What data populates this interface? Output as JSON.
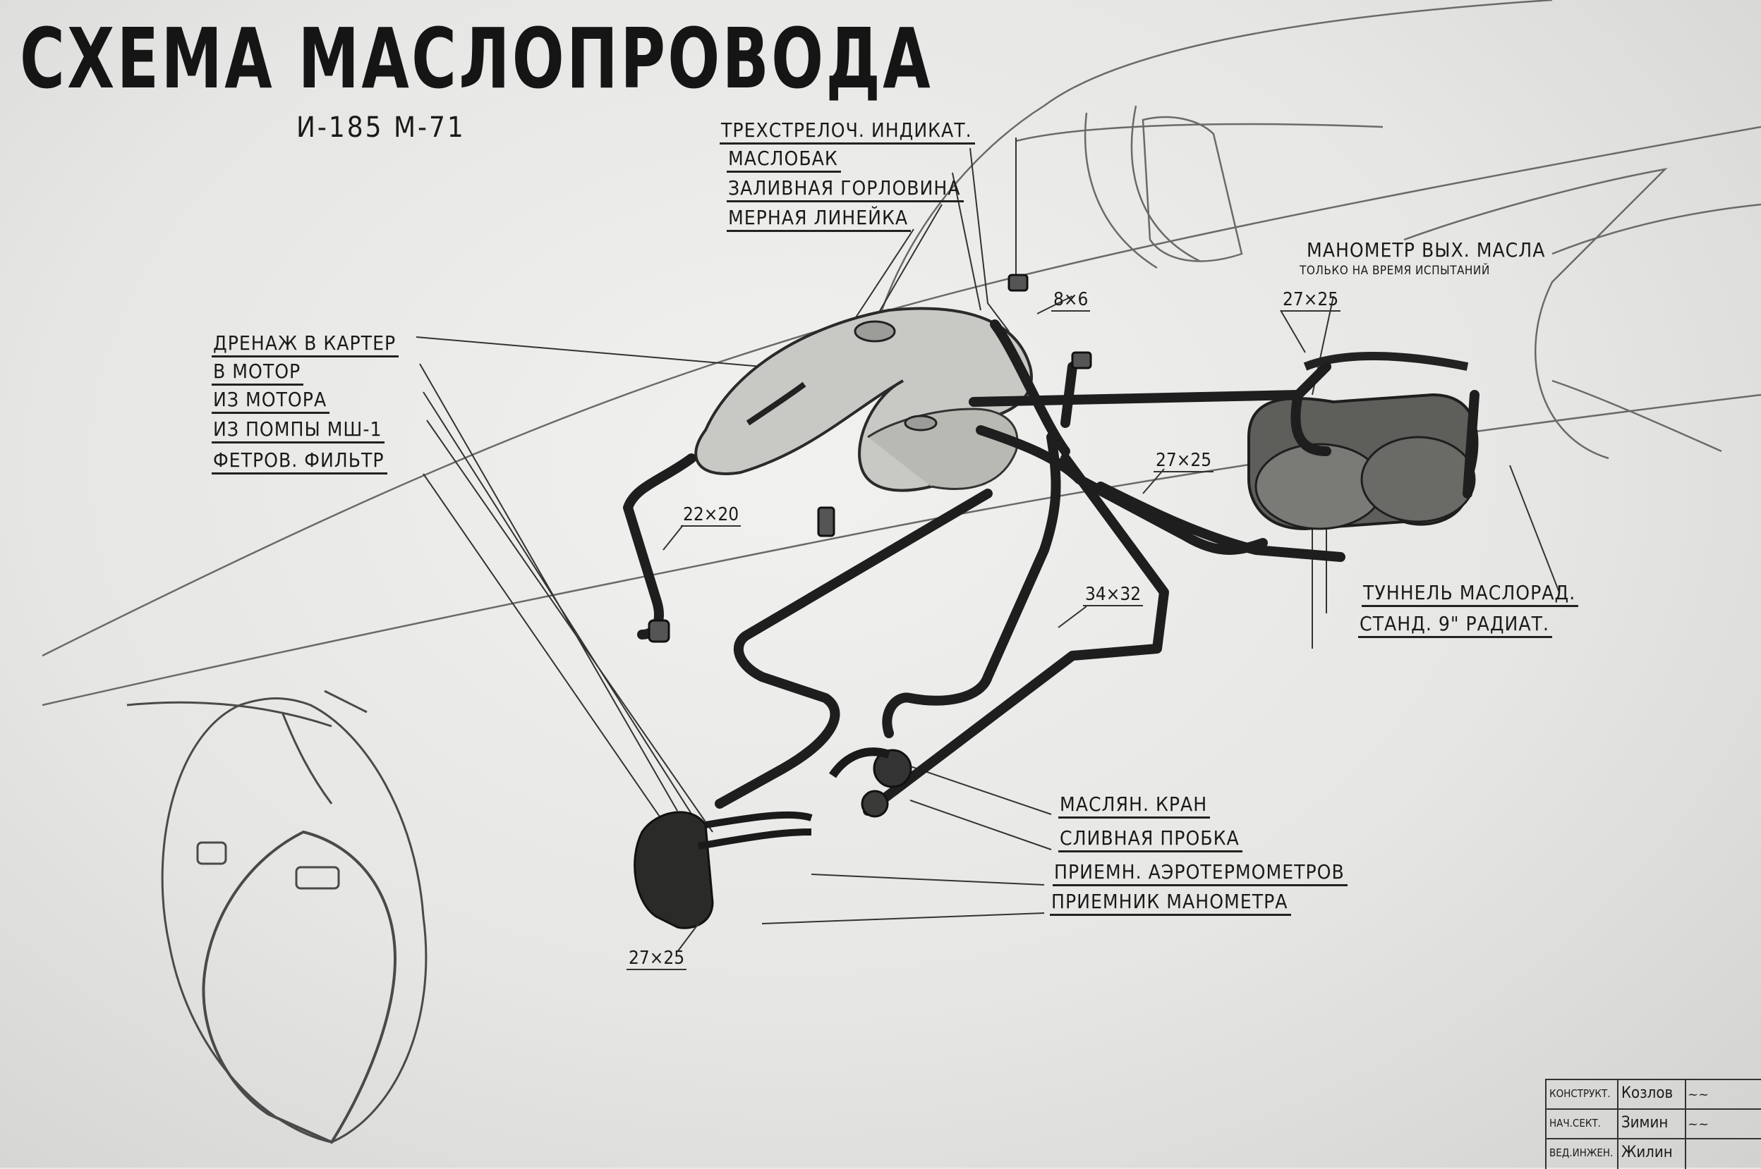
{
  "title": "СХЕМА МАСЛОПРОВОДА",
  "subtitle": "И-185  М-71",
  "labels": {
    "indicator": "ТРЕХСТРЕЛОЧ. ИНДИКАТ.",
    "oil_tank": "МАСЛОБАК",
    "filler_neck": "ЗАЛИВНАЯ ГОРЛОВИНА",
    "dipstick": "МЕРНАЯ ЛИНЕЙКА",
    "drain_crankcase": "ДРЕНАЖ В КАРТЕР",
    "to_engine": "В МОТОР",
    "from_engine": "ИЗ МОТОРА",
    "from_pump": "ИЗ ПОМПЫ МШ-1",
    "felt_filter": "ФЕТРОВ. ФИЛЬТР",
    "pressure_gauge": "МАНОМЕТР ВЫХ. МАСЛА",
    "pressure_gauge_note": "ТОЛЬКО НА ВРЕМЯ ИСПЫТАНИЙ",
    "radiator_tunnel": "ТУННЕЛЬ МАСЛОРАД.",
    "radiator_std": "СТАНД. 9\" РАДИАТ.",
    "oil_valve": "МАСЛЯН. КРАН",
    "drain_plug": "СЛИВНАЯ ПРОБКА",
    "thermometer_receiver": "ПРИЕМН. АЭРОТЕРМОМЕТРОВ",
    "gauge_receiver": "ПРИЕМНИК МАНОМЕТРА"
  },
  "dimensions": {
    "d_8_6": "8×6",
    "d_27_25_top": "27×25",
    "d_27_25_mid": "27×25",
    "d_22_20": "22×20",
    "d_34_32": "34×32",
    "d_27_25_bottom": "27×25"
  },
  "title_block": {
    "rows": [
      {
        "role": "КОНСТРУКТ.",
        "name": "Козлов",
        "signature": "подпись"
      },
      {
        "role": "НАЧ.СЕКТ.",
        "name": "Зимин",
        "signature": "подпись"
      },
      {
        "role": "ВЕД.ИНЖЕН.",
        "name": "Жилин",
        "signature": ""
      }
    ]
  }
}
